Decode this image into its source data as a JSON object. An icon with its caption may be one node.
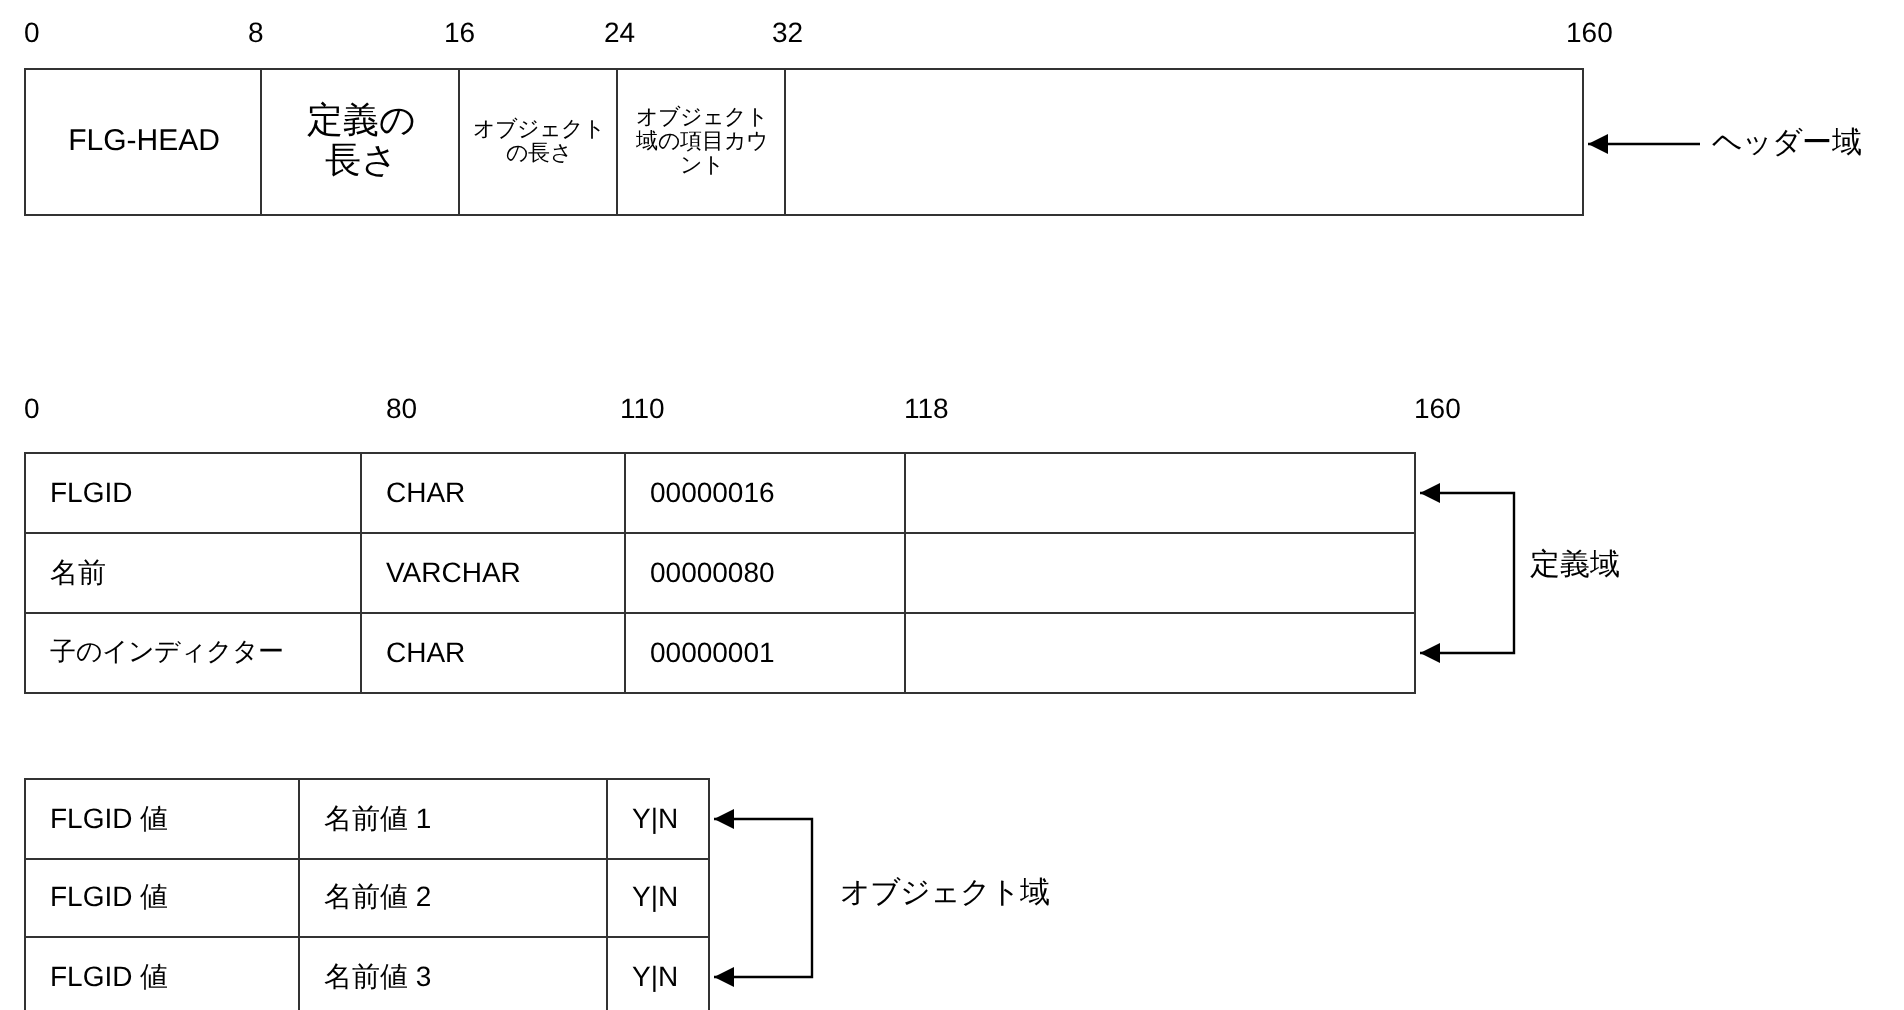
{
  "diagram": {
    "nodes": [
      {
        "text": [
          "FLG-HEAD",
          "定義の長さ",
          "オブジェクトの長さ",
          "オブジェクト域の項目カウント"
        ]
      },
      {
        "text": [
          "ヘッダー域"
        ]
      },
      {
        "text": [
          "FLGID",
          "CHAR",
          "00000016"
        ]
      },
      {
        "text": [
          "名前",
          "VARCHAR",
          "00000080"
        ]
      },
      {
        "text": [
          "子のインディクター",
          "CHAR",
          "00000001"
        ]
      },
      {
        "text": [
          "定義域"
        ]
      },
      {
        "text": [
          "FLGID 値",
          "名前値 1",
          "Y|N"
        ]
      },
      {
        "text": [
          "FLGID 値",
          "名前値 2",
          "Y|N"
        ]
      },
      {
        "text": [
          "FLGID 値",
          "名前値 3",
          "Y|N"
        ]
      },
      {
        "text": [
          "オブジェクト域"
        ]
      }
    ],
    "edges": [
      {
        "from": 1,
        "to": 0,
        "arrow": "to"
      },
      {
        "from": 5,
        "to": 2,
        "arrow": "to"
      },
      {
        "from": 5,
        "to": 4,
        "arrow": "to"
      },
      {
        "from": 9,
        "to": 6,
        "arrow": "to"
      },
      {
        "from": 9,
        "to": 8,
        "arrow": "to"
      }
    ],
    "labels": [
      "0",
      "8",
      "16",
      "24",
      "32",
      "160",
      "0",
      "80",
      "110",
      "118",
      "160"
    ]
  }
}
